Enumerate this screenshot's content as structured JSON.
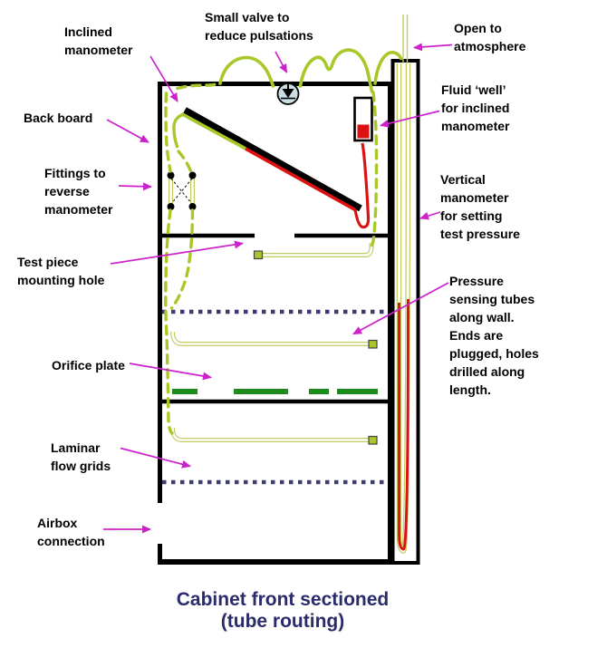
{
  "title": "Cabinet front sectioned\n(tube routing)",
  "labels": {
    "inclined_manometer": "Inclined\nmanometer",
    "small_valve": "Small valve to\nreduce pulsations",
    "open_atmosphere": "Open to\natmosphere",
    "back_board": "Back board",
    "fluid_well": "Fluid ‘well’\nfor inclined\nmanometer",
    "fittings": "Fittings to\nreverse\nmanometer",
    "vertical_manometer": "Vertical\nmanometer\nfor setting\ntest pressure",
    "test_piece": "Test piece\nmounting hole",
    "pressure_tubes": "Pressure\nsensing tubes\nalong wall.\nEnds are\nplugged, holes\ndrilled along\nlength.",
    "orifice_plate": "Orifice plate",
    "laminar_grids": "Laminar\nflow grids",
    "airbox": "Airbox\nconnection"
  },
  "colors": {
    "green": "#a8c829",
    "olive": "#c2ca62",
    "plug": "#a9c42c",
    "darkgreen": "#1d8a1d",
    "red": "#dd1111",
    "navy": "#3d3d73",
    "magenta": "#cc22cc",
    "valve": "#c9dde3",
    "title": "#2b2b6b",
    "ink": "#000000"
  }
}
